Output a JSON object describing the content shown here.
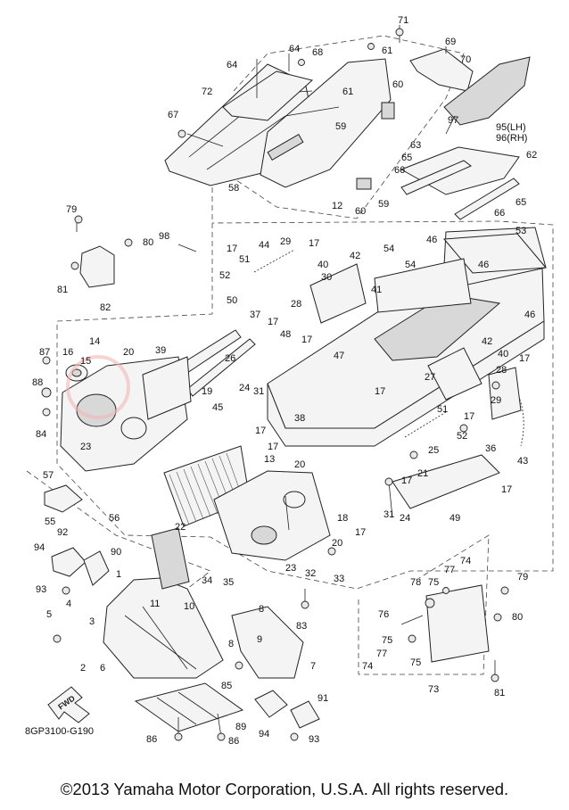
{
  "drawing_code": "8GP3100-G190",
  "copyright": "©2013 Yamaha Motor Corporation, U.S.A. All rights reserved.",
  "fwd_label": "FWD",
  "callouts": [
    {
      "id": "c71",
      "text": "71"
    },
    {
      "id": "c69",
      "text": "69"
    },
    {
      "id": "c61a",
      "text": "61"
    },
    {
      "id": "c64a",
      "text": "64"
    },
    {
      "id": "c68",
      "text": "68"
    },
    {
      "id": "c70",
      "text": "70"
    },
    {
      "id": "c64b",
      "text": "64"
    },
    {
      "id": "c72",
      "text": "72"
    },
    {
      "id": "c61b",
      "text": "61"
    },
    {
      "id": "c60a",
      "text": "60"
    },
    {
      "id": "c67",
      "text": "67"
    },
    {
      "id": "c59a",
      "text": "59"
    },
    {
      "id": "c97",
      "text": "97"
    },
    {
      "id": "c95",
      "text": "95(LH)"
    },
    {
      "id": "c96",
      "text": "96(RH)"
    },
    {
      "id": "c63",
      "text": "63"
    },
    {
      "id": "c62",
      "text": "62"
    },
    {
      "id": "c65a",
      "text": "65"
    },
    {
      "id": "c66a",
      "text": "66"
    },
    {
      "id": "c58",
      "text": "58"
    },
    {
      "id": "c60b",
      "text": "60"
    },
    {
      "id": "c59b",
      "text": "59"
    },
    {
      "id": "c65b",
      "text": "65"
    },
    {
      "id": "c66b",
      "text": "66"
    },
    {
      "id": "c79a",
      "text": "79"
    },
    {
      "id": "c12",
      "text": "12"
    },
    {
      "id": "c53",
      "text": "53"
    },
    {
      "id": "c80a",
      "text": "80"
    },
    {
      "id": "c98",
      "text": "98"
    },
    {
      "id": "c17a",
      "text": "17"
    },
    {
      "id": "c44",
      "text": "44"
    },
    {
      "id": "c29a",
      "text": "29"
    },
    {
      "id": "c17b",
      "text": "17"
    },
    {
      "id": "c42a",
      "text": "42"
    },
    {
      "id": "c54a",
      "text": "54"
    },
    {
      "id": "c46a",
      "text": "46"
    },
    {
      "id": "c51a",
      "text": "51"
    },
    {
      "id": "c40a",
      "text": "40"
    },
    {
      "id": "c54b",
      "text": "54"
    },
    {
      "id": "c46b",
      "text": "46"
    },
    {
      "id": "c81a",
      "text": "81"
    },
    {
      "id": "c52a",
      "text": "52"
    },
    {
      "id": "c30",
      "text": "30"
    },
    {
      "id": "c82",
      "text": "82"
    },
    {
      "id": "c41",
      "text": "41"
    },
    {
      "id": "c28a",
      "text": "28"
    },
    {
      "id": "c50",
      "text": "50"
    },
    {
      "id": "c37",
      "text": "37"
    },
    {
      "id": "c46c",
      "text": "46"
    },
    {
      "id": "c17c",
      "text": "17"
    },
    {
      "id": "c14",
      "text": "14"
    },
    {
      "id": "c48",
      "text": "48"
    },
    {
      "id": "c42b",
      "text": "42"
    },
    {
      "id": "c17d",
      "text": "17"
    },
    {
      "id": "c87",
      "text": "87"
    },
    {
      "id": "c16",
      "text": "16"
    },
    {
      "id": "c20a",
      "text": "20"
    },
    {
      "id": "c39",
      "text": "39"
    },
    {
      "id": "c40b",
      "text": "40"
    },
    {
      "id": "c15",
      "text": "15"
    },
    {
      "id": "c47",
      "text": "47"
    },
    {
      "id": "c26",
      "text": "26"
    },
    {
      "id": "c17e",
      "text": "17"
    },
    {
      "id": "c28b",
      "text": "28"
    },
    {
      "id": "c88",
      "text": "88"
    },
    {
      "id": "c27",
      "text": "27"
    },
    {
      "id": "c24a",
      "text": "24"
    },
    {
      "id": "c31a",
      "text": "31"
    },
    {
      "id": "c19",
      "text": "19"
    },
    {
      "id": "c17f",
      "text": "17"
    },
    {
      "id": "c29b",
      "text": "29"
    },
    {
      "id": "c45",
      "text": "45"
    },
    {
      "id": "c17g",
      "text": "17"
    },
    {
      "id": "c84",
      "text": "84"
    },
    {
      "id": "c38",
      "text": "38"
    },
    {
      "id": "c51b",
      "text": "51"
    },
    {
      "id": "c36",
      "text": "36"
    },
    {
      "id": "c17h",
      "text": "17"
    },
    {
      "id": "c25",
      "text": "25"
    },
    {
      "id": "c52b",
      "text": "52"
    },
    {
      "id": "c23a",
      "text": "23"
    },
    {
      "id": "c43",
      "text": "43"
    },
    {
      "id": "c17i",
      "text": "17"
    },
    {
      "id": "c13",
      "text": "13"
    },
    {
      "id": "c20b",
      "text": "20"
    },
    {
      "id": "c21",
      "text": "21"
    },
    {
      "id": "c57",
      "text": "57"
    },
    {
      "id": "c17j",
      "text": "17"
    },
    {
      "id": "c17k",
      "text": "17"
    },
    {
      "id": "c22",
      "text": "22"
    },
    {
      "id": "c55",
      "text": "55"
    },
    {
      "id": "c56",
      "text": "56"
    },
    {
      "id": "c18",
      "text": "18"
    },
    {
      "id": "c31b",
      "text": "31"
    },
    {
      "id": "c24b",
      "text": "24"
    },
    {
      "id": "c49",
      "text": "49"
    },
    {
      "id": "c92",
      "text": "92"
    },
    {
      "id": "c17l",
      "text": "17"
    },
    {
      "id": "c94a",
      "text": "94"
    },
    {
      "id": "c90",
      "text": "90"
    },
    {
      "id": "c20c",
      "text": "20"
    },
    {
      "id": "c23b",
      "text": "23"
    },
    {
      "id": "c32",
      "text": "32"
    },
    {
      "id": "c77a",
      "text": "77"
    },
    {
      "id": "c74a",
      "text": "74"
    },
    {
      "id": "c34",
      "text": "34"
    },
    {
      "id": "c35",
      "text": "35"
    },
    {
      "id": "c33",
      "text": "33"
    },
    {
      "id": "c93a",
      "text": "93"
    },
    {
      "id": "c1",
      "text": "1"
    },
    {
      "id": "c78",
      "text": "78"
    },
    {
      "id": "c75a",
      "text": "75"
    },
    {
      "id": "c79b",
      "text": "79"
    },
    {
      "id": "c11",
      "text": "11"
    },
    {
      "id": "c10",
      "text": "10"
    },
    {
      "id": "c5",
      "text": "5"
    },
    {
      "id": "c4",
      "text": "4"
    },
    {
      "id": "c8a",
      "text": "8"
    },
    {
      "id": "c76",
      "text": "76"
    },
    {
      "id": "c80b",
      "text": "80"
    },
    {
      "id": "c3",
      "text": "3"
    },
    {
      "id": "c9",
      "text": "9"
    },
    {
      "id": "c83",
      "text": "83"
    },
    {
      "id": "c75b",
      "text": "75"
    },
    {
      "id": "c2",
      "text": "2"
    },
    {
      "id": "c6",
      "text": "6"
    },
    {
      "id": "c8b",
      "text": "8"
    },
    {
      "id": "c7",
      "text": "7"
    },
    {
      "id": "c77b",
      "text": "77"
    },
    {
      "id": "c74b",
      "text": "74"
    },
    {
      "id": "c75c",
      "text": "75"
    },
    {
      "id": "c73",
      "text": "73"
    },
    {
      "id": "c85",
      "text": "85"
    },
    {
      "id": "c81b",
      "text": "81"
    },
    {
      "id": "c91",
      "text": "91"
    },
    {
      "id": "c89",
      "text": "89"
    },
    {
      "id": "c94b",
      "text": "94"
    },
    {
      "id": "c86a",
      "text": "86"
    },
    {
      "id": "c86b",
      "text": "86"
    },
    {
      "id": "c93b",
      "text": "93"
    }
  ]
}
